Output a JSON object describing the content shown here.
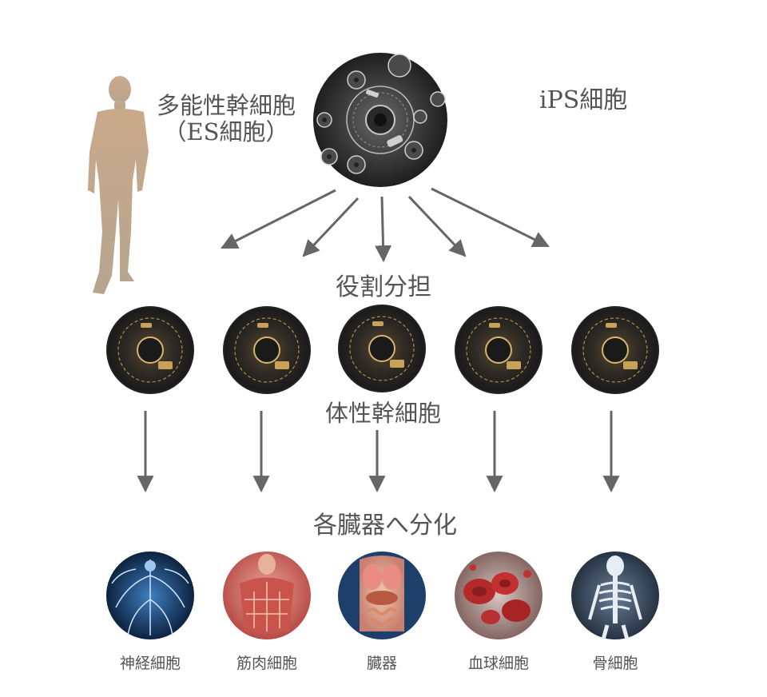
{
  "labels": {
    "pluripotent_line1": "多能性幹細胞",
    "pluripotent_line2": "（ES細胞）",
    "ips": "iPS細胞",
    "role": "役割分担",
    "somatic": "体性幹細胞",
    "differentiation": "各臓器へ分化"
  },
  "cell_types": [
    {
      "label": "神経細胞",
      "icon": "nerve-icon"
    },
    {
      "label": "筋肉細胞",
      "icon": "muscle-icon"
    },
    {
      "label": "臓器",
      "icon": "organ-icon"
    },
    {
      "label": "血球細胞",
      "icon": "blood-cell-icon"
    },
    {
      "label": "骨細胞",
      "icon": "bone-icon"
    }
  ],
  "colors": {
    "text": "#555555",
    "arrow": "#666666",
    "human": "#c6ad90",
    "cell_dark": "#2b2b2b",
    "cell_gold": "#c9a25a"
  }
}
